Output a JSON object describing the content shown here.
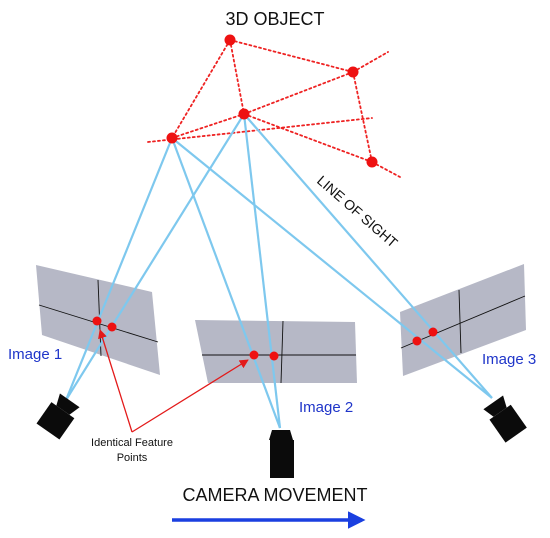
{
  "title": "3D OBJECT",
  "line_of_sight": "LINE OF SIGHT",
  "image_labels": [
    "Image 1",
    "Image 2",
    "Image 3"
  ],
  "feature_note": [
    "Identical Feature",
    "Points"
  ],
  "camera_movement": "CAMERA MOVEMENT",
  "colors": {
    "feature_point": "#ee1111",
    "object_edge": "#ee2222",
    "sight_line": "#7ec8ee",
    "image_plane": "#b6b8c6",
    "image_label": "#1f35c9",
    "arrow": "#1a3fe0",
    "camera": "#0b0b0b"
  }
}
